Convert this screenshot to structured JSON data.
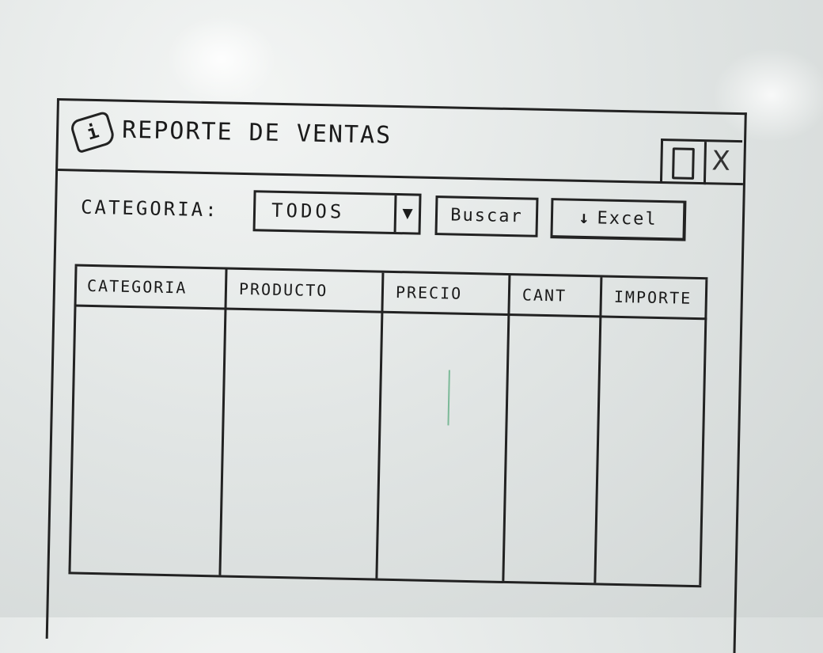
{
  "window": {
    "title": "Reporte de Ventas",
    "icon": "app-icon",
    "controls": [
      "maximize-icon",
      "close-icon"
    ],
    "close_label": "X"
  },
  "filter": {
    "label": "Categoria:",
    "selected": "TODOS",
    "dropdown_icon": "chevron-down-icon",
    "arrow_glyph": "▼"
  },
  "actions": {
    "search_label": "Buscar",
    "excel_label": "Excel",
    "excel_icon": "download-arrow-icon"
  },
  "table": {
    "columns": [
      "Categoria",
      "Producto",
      "Precio",
      "Cant",
      "Importe"
    ],
    "rows": []
  }
}
